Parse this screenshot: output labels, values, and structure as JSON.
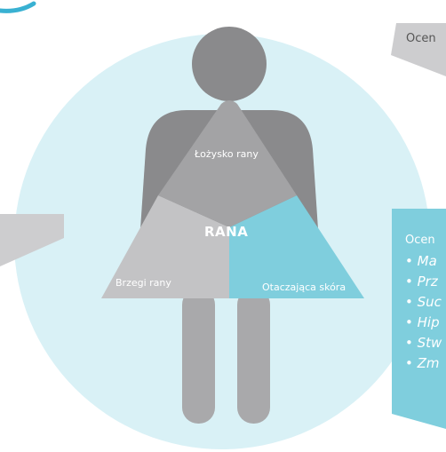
{
  "diagram": {
    "center_label": "RANA",
    "segments": {
      "wound_bed": "Łożysko rany",
      "wound_edges": "Brzegi rany",
      "surrounding_skin": "Otaczająca skóra"
    }
  },
  "callouts": {
    "top_right": {
      "title": "Ocen"
    },
    "right": {
      "title": "Ocen",
      "items": [
        "Ma",
        "Prz",
        "Suc",
        "Hip",
        "Stw",
        "Zm"
      ]
    }
  },
  "colors": {
    "background_circle": "#d9f1f6",
    "body_dark": "#8a8a8c",
    "body_light": "#a9a9ab",
    "wound_bed": "#a3a3a5",
    "wound_edges": "#c3c3c5",
    "surrounding_skin": "#7fcedd",
    "callout_teal": "#7fcedd",
    "callout_gray": "#cdcdcf"
  }
}
